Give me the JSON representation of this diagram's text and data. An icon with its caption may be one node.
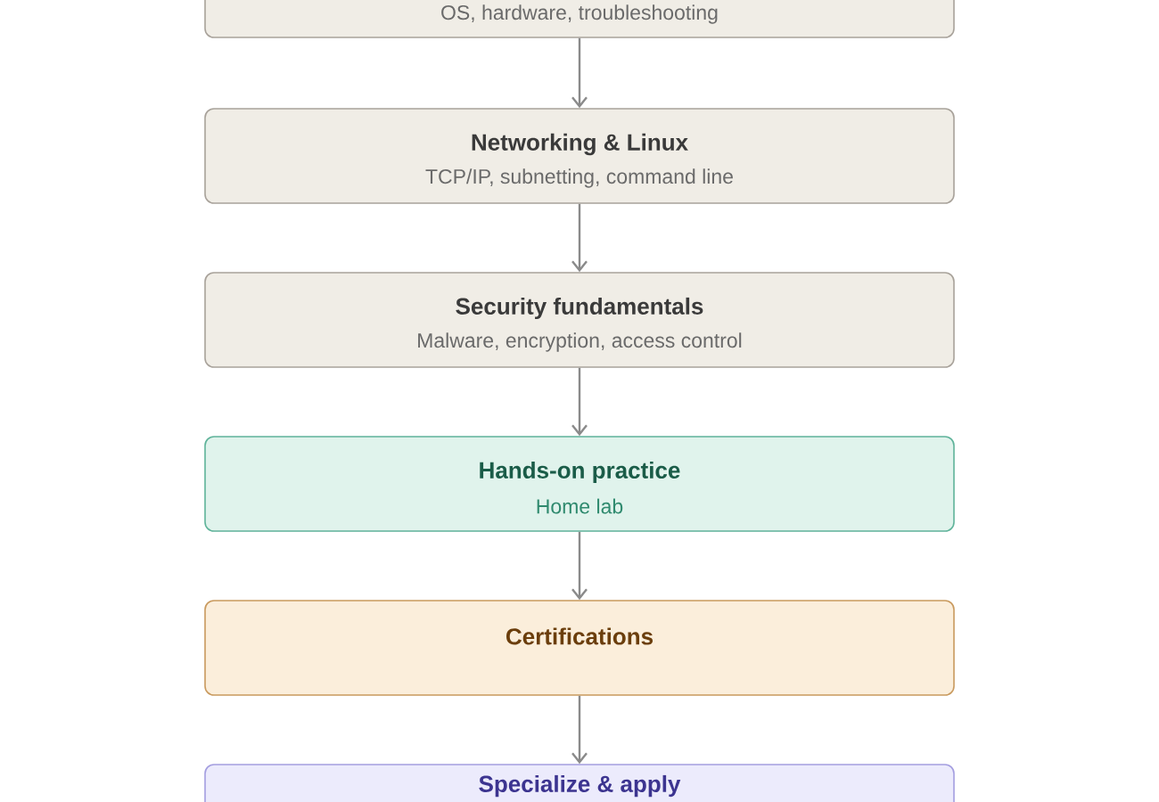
{
  "diagram": {
    "nodes": [
      {
        "text": [
          "OS, hardware, troubleshooting"
        ]
      },
      {
        "text": [
          "Networking & Linux",
          "TCP/IP, subnetting, command line"
        ]
      },
      {
        "text": [
          "Security fundamentals",
          "Malware, encryption, access control"
        ]
      },
      {
        "text": [
          "Hands-on practice",
          "Home lab"
        ]
      },
      {
        "text": [
          "Certifications"
        ]
      },
      {
        "text": [
          "Specialize & apply"
        ]
      }
    ],
    "edges": [
      {
        "from": 0,
        "to": 1,
        "arrow": "to"
      },
      {
        "from": 1,
        "to": 2,
        "arrow": "to"
      },
      {
        "from": 2,
        "to": 3,
        "arrow": "to"
      },
      {
        "from": 3,
        "to": 4,
        "arrow": "to"
      },
      {
        "from": 4,
        "to": 5,
        "arrow": "to"
      }
    ]
  }
}
